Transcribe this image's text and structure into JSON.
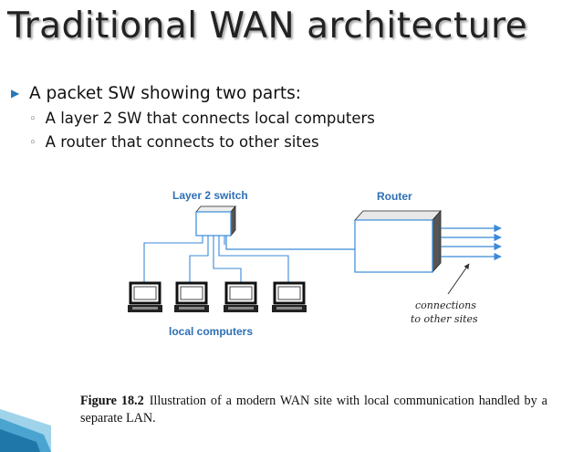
{
  "slide": {
    "title": "Traditional WAN architecture",
    "bullet_main": "A packet SW showing two parts:",
    "sub_bullets": [
      "A layer 2 SW that connects local computers",
      "A router that connects to other sites"
    ]
  },
  "diagram": {
    "switch_label": "Layer 2 switch",
    "router_label": "Router",
    "computers_label": "local computers",
    "connections_label_line1": "connections",
    "connections_label_line2": "to other sites",
    "computer_count": 4,
    "outgoing_arrow_count": 4,
    "colors": {
      "label_blue": "#2e6fb7",
      "line_blue": "#3a8ad8",
      "box_side": "#555555"
    }
  },
  "caption": {
    "figure_number": "Figure 18.2",
    "text": "Illustration of a modern WAN site with local communication handled by a separate LAN."
  }
}
